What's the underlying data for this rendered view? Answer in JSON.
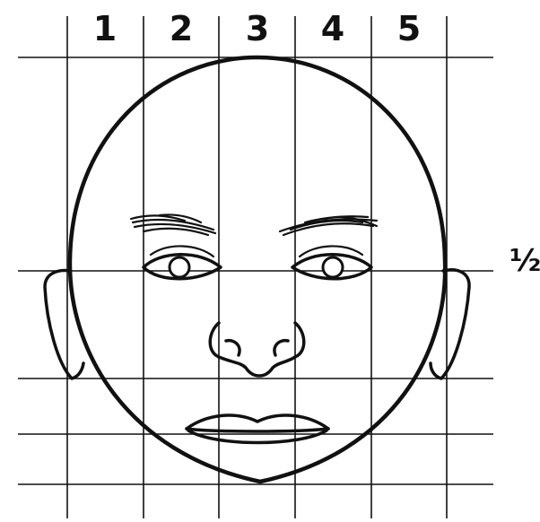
{
  "diagram": {
    "column_labels": [
      "1",
      "2",
      "3",
      "4",
      "5"
    ],
    "side_label": "½",
    "colors": {
      "line": "#111111",
      "background": "#ffffff"
    }
  }
}
